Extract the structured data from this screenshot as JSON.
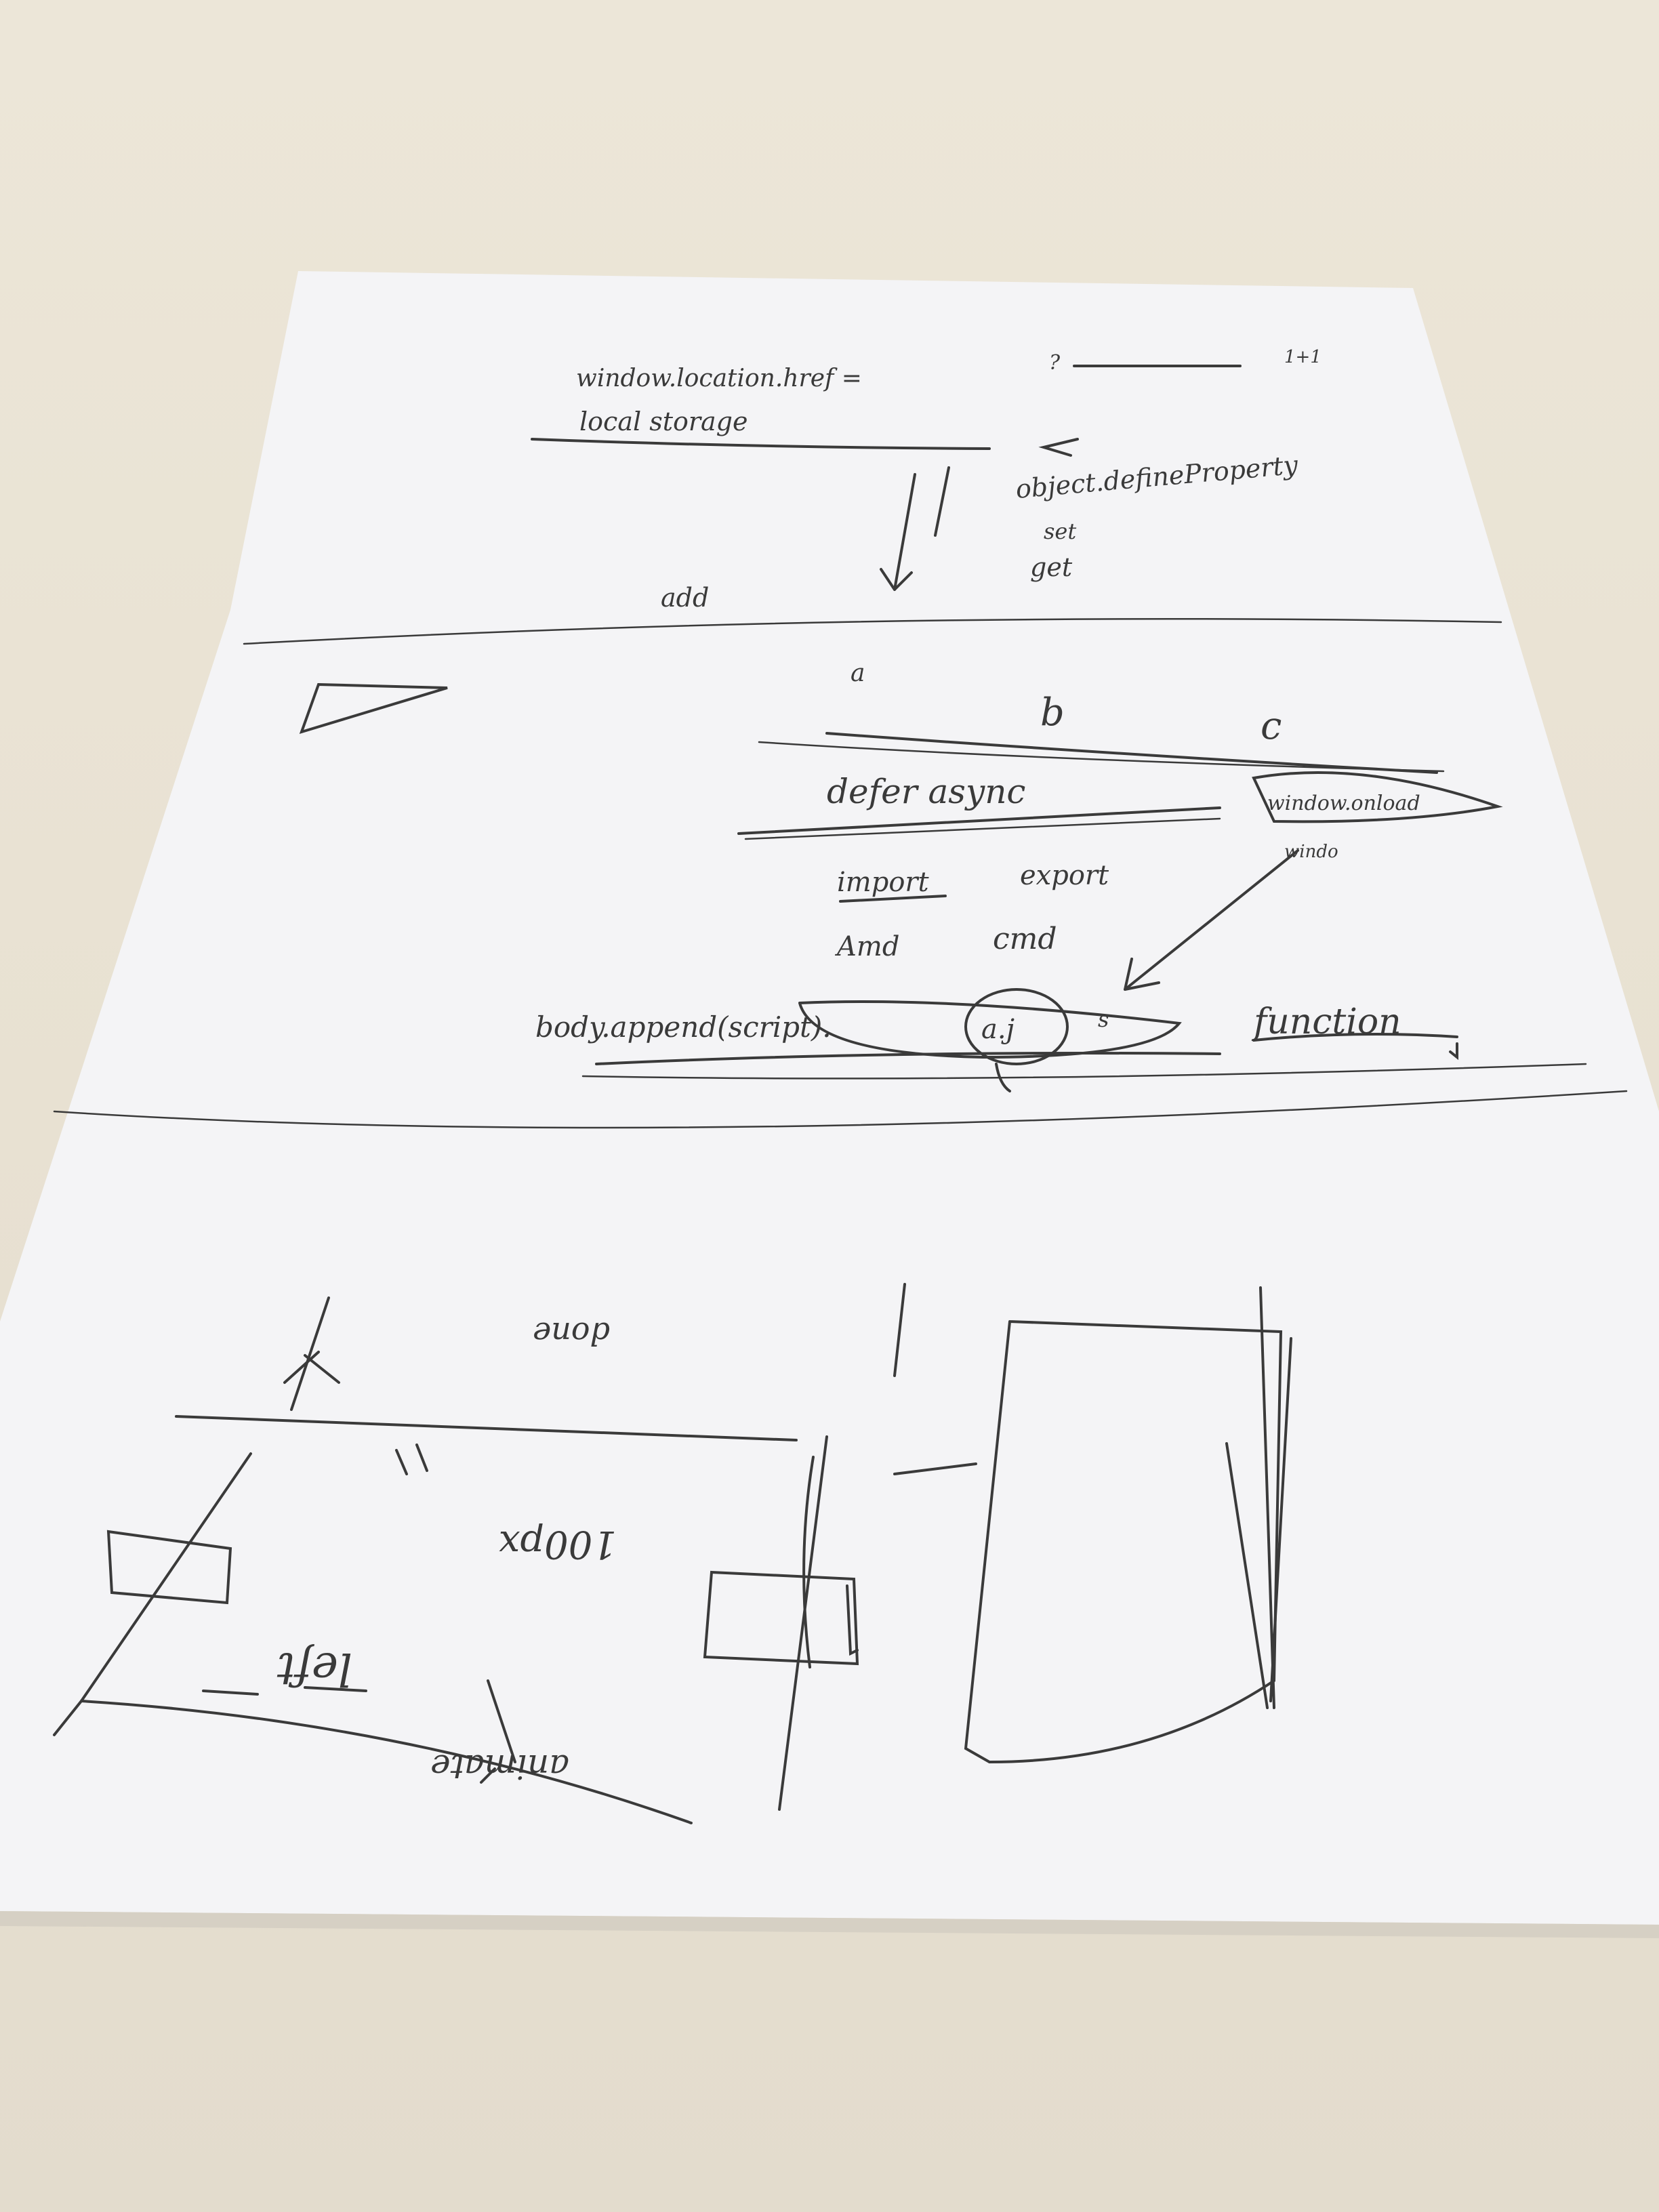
{
  "photo": {
    "description_colors": {
      "table": "#e9e2d3",
      "paper": "#f4f4f6",
      "ink": "#3a3a3a"
    }
  },
  "notes": {
    "line1": "window.location.href =",
    "question": "?",
    "corner": "1+1",
    "line2": "local storage",
    "define": "object.defineProperty",
    "set": "set",
    "get": "get",
    "add": "add",
    "a": "a",
    "b": "b",
    "c": "c",
    "defer_async": "defer async",
    "window_onload": "window.onload",
    "windo": "windo",
    "import": "import",
    "export": "export",
    "amd": "Amd",
    "cmd": "cmd",
    "body_append": "body.append(script).",
    "aj": "a.j",
    "s": "s",
    "function": "function",
    "done": "done",
    "px": "100px",
    "left": "left",
    "animate": "animate"
  }
}
